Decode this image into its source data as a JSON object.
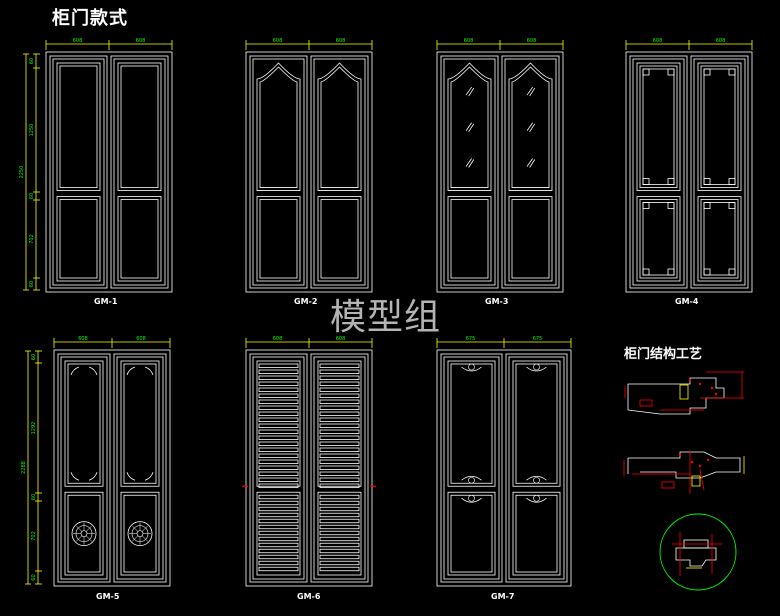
{
  "drawing": {
    "title": "柜门款式",
    "section_title": "柜门结构工艺",
    "watermark": "模型组"
  },
  "doors": [
    {
      "label": "GM-1",
      "style": "raised-panel",
      "widths": [
        "608",
        "608"
      ]
    },
    {
      "label": "GM-2",
      "style": "arched-panel",
      "widths": [
        "608",
        "608"
      ]
    },
    {
      "label": "GM-3",
      "style": "arched-glass",
      "widths": [
        "608",
        "608"
      ]
    },
    {
      "label": "GM-4",
      "style": "fretwork-panel",
      "widths": [
        "608",
        "608"
      ]
    },
    {
      "label": "GM-5",
      "style": "carved-panel",
      "widths": [
        "608",
        "608"
      ]
    },
    {
      "label": "GM-6",
      "style": "louvered",
      "widths": [
        "608",
        "608"
      ]
    },
    {
      "label": "GM-7",
      "style": "ornate-carved",
      "widths": [
        "675",
        "675"
      ]
    }
  ],
  "height_dims_row1": [
    "60",
    "1250",
    "60",
    "702",
    "60"
  ],
  "height_total_row1": "2250",
  "height_dims_row2": [
    "60",
    "1292",
    "60",
    "702",
    "60"
  ],
  "height_total_row2": "2288",
  "colors": {
    "line": "#ffffff",
    "dim": "#ffff00",
    "text": "#00ff00",
    "detail": "#ff0000",
    "circle": "#00ff00"
  }
}
